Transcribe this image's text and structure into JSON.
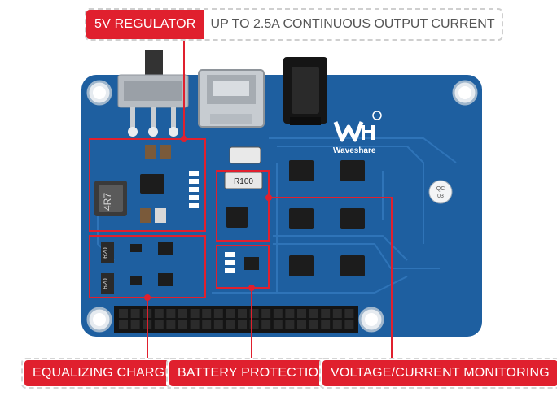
{
  "callouts": {
    "regulator": {
      "label": "5V REGULATOR",
      "description": "UP TO 2.5A CONTINUOUS OUTPUT CURRENT"
    },
    "equalizing": {
      "label": "EQUALIZING CHARGE"
    },
    "battery": {
      "label": "BATTERY PROTECTION"
    },
    "monitoring": {
      "label": "VOLTAGE/CURRENT MONITORING"
    }
  },
  "board": {
    "brand": "Waveshare",
    "inductor_marking": "4R7",
    "shunt_marking": "R100",
    "resistor_marking": "620",
    "qc_stamp": {
      "top": "QC",
      "bottom": "03"
    }
  },
  "colors": {
    "accent": "#e0202e",
    "pcb": "#1e5fa0",
    "silkscreen": "#ffffff"
  }
}
